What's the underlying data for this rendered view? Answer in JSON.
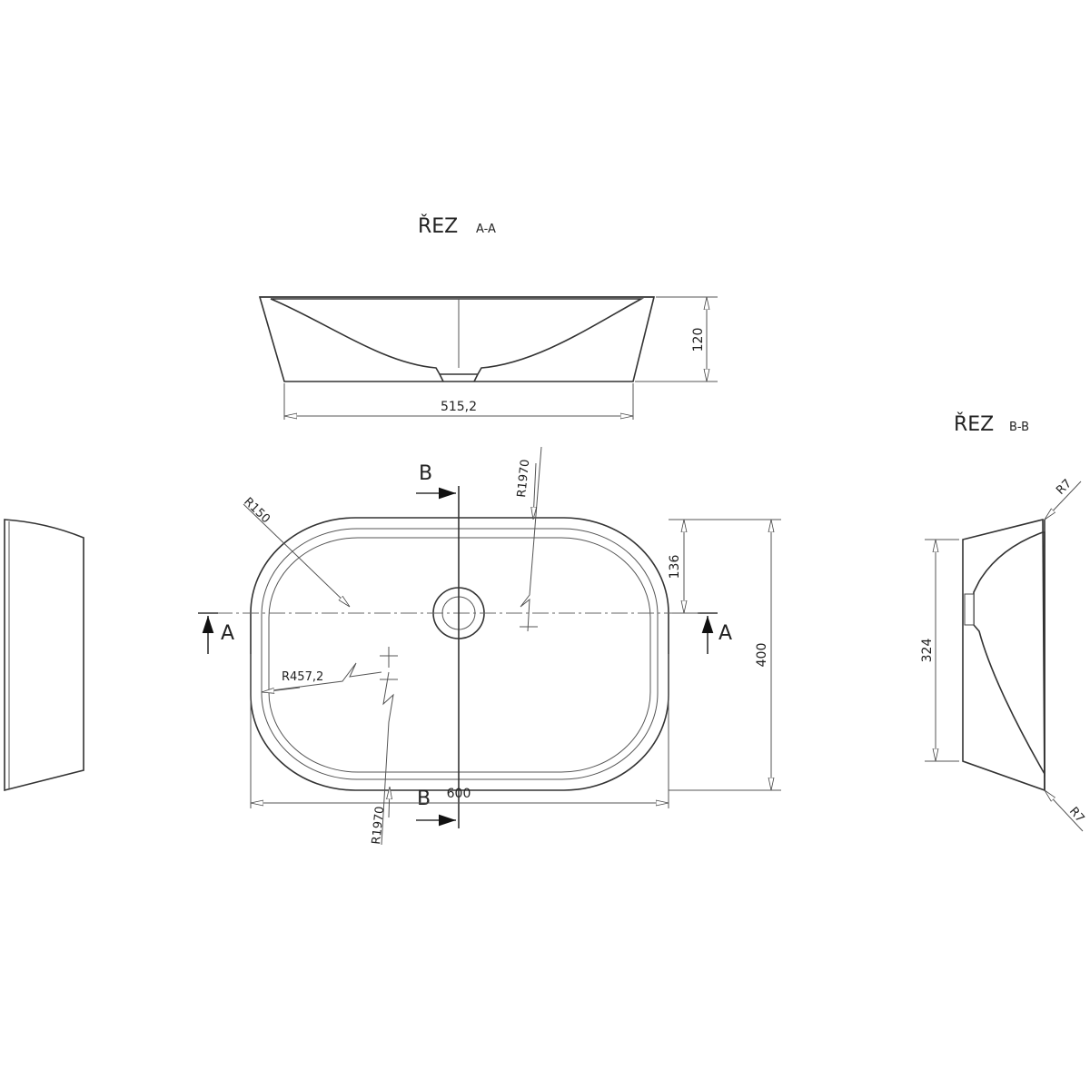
{
  "section_aa": {
    "title": "ŘEZ",
    "suffix": "A-A",
    "height_dim": "120",
    "width_dim": "515,2"
  },
  "section_bb": {
    "title": "ŘEZ",
    "suffix": "B-B",
    "length_dim": "324",
    "radius_top": "R7",
    "radius_bottom": "R7"
  },
  "plan": {
    "width_dim": "600",
    "height_dim": "400",
    "offset_dim": "136",
    "corner_radius": "R150",
    "side_radius": "R457,2",
    "long_radius_top": "R1970",
    "long_radius_bottom": "R1970",
    "cut_a_left": "A",
    "cut_a_right": "A",
    "cut_b_top": "B",
    "cut_b_bottom": "B"
  }
}
